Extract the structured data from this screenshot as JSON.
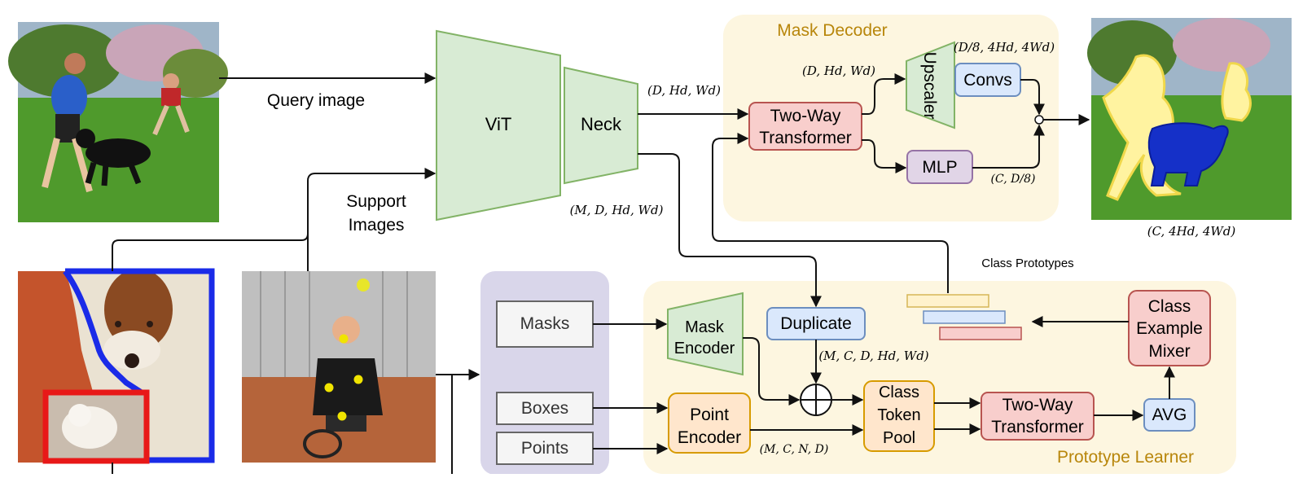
{
  "regions": {
    "mask_decoder": "Mask Decoder",
    "prototype_learner": "Prototype Learner"
  },
  "labels": {
    "query_image": "Query image",
    "support_images_line1": "Support",
    "support_images_line2": "Images",
    "class_prototypes": "Class Prototypes"
  },
  "blocks": {
    "vit": "ViT",
    "neck": "Neck",
    "upscaler": "Upscaler",
    "convs": "Convs",
    "mlp": "MLP",
    "two_way_decoder": [
      "Two-Way",
      "Transformer"
    ],
    "masks": "Masks",
    "boxes": "Boxes",
    "points": "Points",
    "mask_encoder": [
      "Mask",
      "Encoder"
    ],
    "point_encoder": [
      "Point",
      "Encoder"
    ],
    "duplicate": "Duplicate",
    "class_token_pool": [
      "Class",
      "Token",
      "Pool"
    ],
    "two_way_learner": [
      "Two-Way",
      "Transformer"
    ],
    "avg": "AVG",
    "class_example_mixer": [
      "Class",
      "Example",
      "Mixer"
    ]
  },
  "shapes": {
    "neck_out": "(D, Hd, Wd)",
    "decoder_to_upscaler": "(D, Hd, Wd)",
    "convs_out": "(D/8, 4Hd, 4Wd)",
    "mlp_out": "(C, D/8)",
    "support_feats": "(M, D, Hd, Wd)",
    "output_mask": "(C, 4Hd, 4Wd)",
    "duplicate_out": "(M, C, D, Hd, Wd)",
    "point_out": "(M, C, N, D)"
  },
  "colors": {
    "green_fill": "#d8ebd4",
    "green_stroke": "#82b366",
    "red_fill": "#f8cecc",
    "red_stroke": "#b85450",
    "blue_fill": "#dae8fc",
    "blue_stroke": "#6c8ebf",
    "purple_fill": "#e1d5e7",
    "purple_stroke": "#9673a6",
    "orange_fill": "#ffe6cc",
    "orange_stroke": "#d79b00",
    "region_fill": "#fdf6e0",
    "region_title": "#b8860b",
    "input_panel": "#d9d6ea"
  }
}
